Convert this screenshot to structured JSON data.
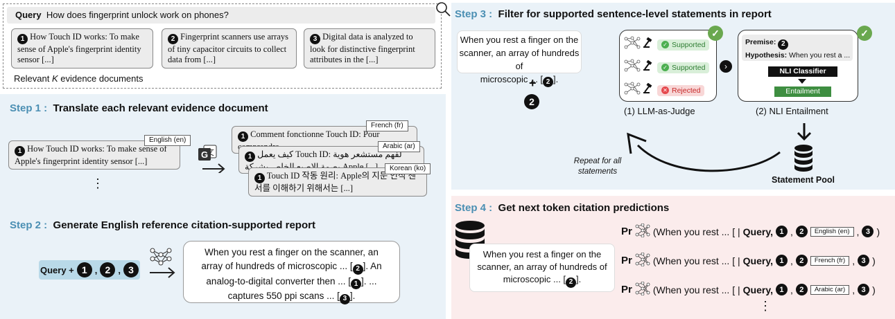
{
  "query": {
    "label": "Query",
    "text": "How does fingerprint unlock work on phones?"
  },
  "evidence": {
    "docs": [
      {
        "n": "1",
        "text": "How Touch ID works: To make sense of Apple's fingerprint identity sensor [...]"
      },
      {
        "n": "2",
        "text": "Fingerprint scanners use arrays of tiny capacitor circuits to collect data from [...]"
      },
      {
        "n": "3",
        "text": "Digital data is analyzed to look for distinctive fingerprint attributes in the [...]"
      }
    ],
    "relevant_label_pre": "Relevant",
    "relevant_label_k": "K",
    "relevant_label_post": "evidence documents"
  },
  "step1": {
    "prefix": "Step 1 :",
    "title": "Translate each relevant evidence document",
    "source": {
      "tag": "English (en)",
      "n": "1",
      "text": "How Touch ID works: To make sense of Apple's fingerprint identity sensor [...]"
    },
    "dots": "⋮",
    "translations": [
      {
        "tag": "French (fr)",
        "n": "1",
        "text": "Comment fonctionne Touch ID: Pour comprendre"
      },
      {
        "tag": "Arabic (ar)",
        "n": "1",
        "text": "كيف يعمل Touch ID: لفهم مستشعر هوية بصمة الإصبع الخاص بشركة Apple [...]"
      },
      {
        "tag": "Korean (ko)",
        "n": "1",
        "text": "Touch ID 작동 원리: Apple의 지문 인식 센서를 이해하기 위해서는 [...]"
      }
    ]
  },
  "step2": {
    "prefix": "Step 2 :",
    "title": "Generate English reference citation-supported report",
    "query_label": "Query +",
    "nums": [
      "1",
      "2",
      "3"
    ],
    "report": {
      "l1": "When you rest a finger on the scanner, an",
      "l2": "array of hundreds of microscopic ... [",
      "l2n": "2",
      "l2e": "]. An",
      "l3": "analog-to-digital converter then ... [",
      "l3n": "1",
      "l3e": "]. ...",
      "l4": "captures 550 ppi scans ... [",
      "l4n": "3",
      "l4e": "]."
    }
  },
  "step3": {
    "prefix": "Step 3 :",
    "title": "Filter for supported sentence-level statements in report",
    "statement": {
      "l1": "When you rest a finger on the",
      "l2": "scanner, an array of hundreds of",
      "l3": "microscopic ... [",
      "n": "2",
      "end": "]."
    },
    "plus": "+",
    "plus_n": "2",
    "judges": [
      "Supported",
      "Supported",
      "Rejected"
    ],
    "judge_label": "(1) LLM-as-Judge",
    "nli": {
      "premise_label": "Premise:",
      "premise_n": "2",
      "hypothesis_label": "Hypothesis:",
      "hypothesis_text": "When you rest a ...",
      "classifier": "NLI Classifier",
      "result": "Entailment"
    },
    "nli_label": "(2) NLI Entailment",
    "repeat": "Repeat for all statements",
    "pool_label": "Statement Pool"
  },
  "step4": {
    "prefix": "Step 4 :",
    "title": "Get next token citation predictions",
    "statement": {
      "l1": "When you rest a finger on the",
      "l2": "scanner, an array of hundreds of",
      "l3": "microscopic ... [",
      "n": "2",
      "end": "]."
    },
    "rows": [
      {
        "pr": "Pr",
        "text": "(When you rest ... [ |",
        "query": "Query,",
        "tag": "English (en)"
      },
      {
        "pr": "Pr",
        "text": "(When you rest ... [ |",
        "query": "Query,",
        "tag": "French (fr)"
      },
      {
        "pr": "Pr",
        "text": "(When you rest ... [ |",
        "query": "Query,",
        "tag": "Arabic (ar)"
      }
    ],
    "dots": "⋮"
  },
  "colors": {
    "blue_panel": "#eef4f9",
    "pink_panel": "#fcefef",
    "step_label": "#4b8fb3",
    "green": "#2e7d32",
    "red": "#d32f2f"
  }
}
